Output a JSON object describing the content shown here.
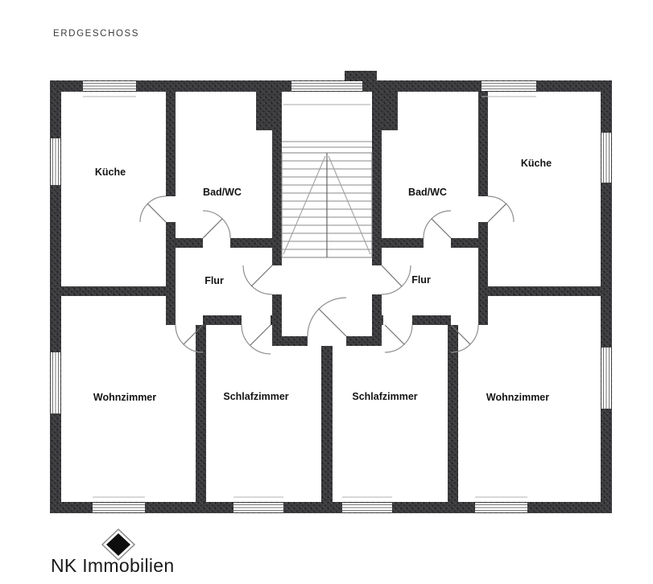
{
  "header": {
    "floor_label": "ERDGESCHOSS"
  },
  "floorplan": {
    "rooms": [
      {
        "name": "kueche-left",
        "label": "Küche"
      },
      {
        "name": "bad-wc-left",
        "label": "Bad/WC"
      },
      {
        "name": "bad-wc-right",
        "label": "Bad/WC"
      },
      {
        "name": "kueche-right",
        "label": "Küche"
      },
      {
        "name": "flur-left",
        "label": "Flur"
      },
      {
        "name": "flur-right",
        "label": "Flur"
      },
      {
        "name": "wohnzimmer-left",
        "label": "Wohnzimmer"
      },
      {
        "name": "schlafzimmer-left",
        "label": "Schlafzimmer"
      },
      {
        "name": "schlafzimmer-right",
        "label": "Schlafzimmer"
      },
      {
        "name": "wohnzimmer-right",
        "label": "Wohnzimmer"
      }
    ],
    "colors": {
      "wall": "#3b3b3e",
      "ink": "#141414",
      "thin_line": "#8a8a8a"
    }
  },
  "footer": {
    "brand": "NK Immobilien",
    "logo": "diamond-icon",
    "logo_color": "#0d0d0d"
  }
}
